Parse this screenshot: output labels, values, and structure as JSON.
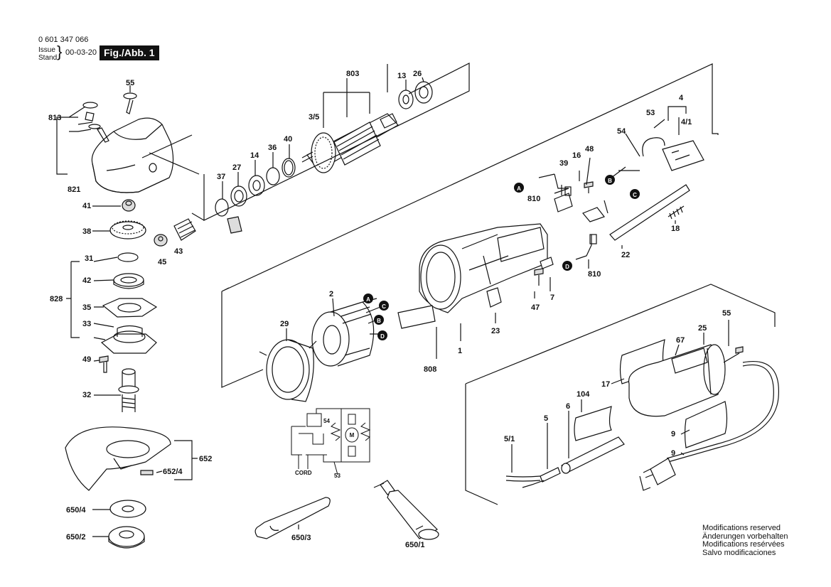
{
  "header": {
    "part_number": "0 601 347 066",
    "issue_label": "Issue",
    "stand_label": "Stand",
    "issue_date": "00-03-20",
    "figure_label": "Fig./Abb. 1"
  },
  "modifications": [
    "Modifications reserved",
    "Änderungen vorbehalten",
    "Modifications resérvées",
    "Salvo modificaciones"
  ],
  "labels": {
    "p55a": "55",
    "p813": "813",
    "p821": "821",
    "p41": "41",
    "p38": "38",
    "p45": "45",
    "p43": "43",
    "p31": "31",
    "p42": "42",
    "p828": "828",
    "p35": "35",
    "p33": "33",
    "p49": "49",
    "p32": "32",
    "p652": "652",
    "p652_4": "652/4",
    "p650_4": "650/4",
    "p650_2": "650/2",
    "p803": "803",
    "p13": "13",
    "p26": "26",
    "p3_5": "3/5",
    "p40": "40",
    "p36": "36",
    "p14": "14",
    "p27": "27",
    "p37": "37",
    "p4": "4",
    "p4_1": "4/1",
    "p53": "53",
    "p54": "54",
    "p48": "48",
    "p16": "16",
    "p39": "39",
    "p810a": "810",
    "p18": "18",
    "p22": "22",
    "p810b": "810",
    "p7": "7",
    "p47": "47",
    "p23": "23",
    "p1": "1",
    "p808": "808",
    "p2": "2",
    "p29": "29",
    "p55b": "55",
    "p25": "25",
    "p67": "67",
    "p17": "17",
    "p104": "104",
    "p6": "6",
    "p5": "5",
    "p5_1": "5/1",
    "p9": "9",
    "p650_3": "650/3",
    "p650_1": "650/1",
    "s54": "54",
    "s53": "53",
    "cord": "CORD",
    "motor": "M"
  },
  "connectors": {
    "A": "A",
    "B": "B",
    "C": "C",
    "D": "D"
  }
}
